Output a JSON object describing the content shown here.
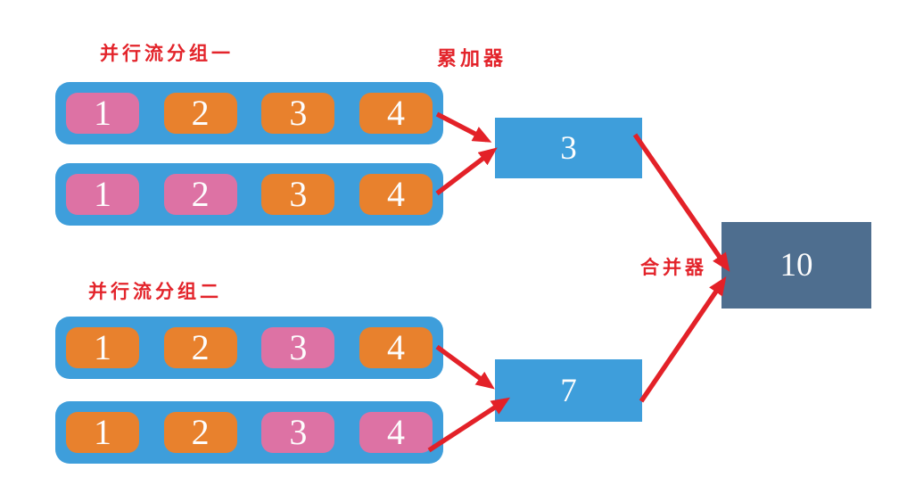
{
  "labels": {
    "group1": "并行流分组一",
    "group2": "并行流分组二",
    "accumulator": "累加器",
    "combiner": "合并器"
  },
  "colors": {
    "background": "#FFFFFF",
    "container_blue": "#3E9EDB",
    "cell_orange": "#E8812D",
    "cell_pink": "#DD72A4",
    "combiner_slate": "#4E6E8F",
    "arrow_red": "#E32128",
    "label_red": "#E3242B",
    "number_white": "#FDFDFD"
  },
  "groups": [
    {
      "name": "并行流分组一",
      "accumulator_value": "3",
      "streams": [
        {
          "cells": [
            {
              "value": "1",
              "color": "pink"
            },
            {
              "value": "2",
              "color": "orange"
            },
            {
              "value": "3",
              "color": "orange"
            },
            {
              "value": "4",
              "color": "orange"
            }
          ]
        },
        {
          "cells": [
            {
              "value": "1",
              "color": "pink"
            },
            {
              "value": "2",
              "color": "pink"
            },
            {
              "value": "3",
              "color": "orange"
            },
            {
              "value": "4",
              "color": "orange"
            }
          ]
        }
      ]
    },
    {
      "name": "并行流分组二",
      "accumulator_value": "7",
      "streams": [
        {
          "cells": [
            {
              "value": "1",
              "color": "orange"
            },
            {
              "value": "2",
              "color": "orange"
            },
            {
              "value": "3",
              "color": "pink"
            },
            {
              "value": "4",
              "color": "orange"
            }
          ]
        },
        {
          "cells": [
            {
              "value": "1",
              "color": "orange"
            },
            {
              "value": "2",
              "color": "orange"
            },
            {
              "value": "3",
              "color": "pink"
            },
            {
              "value": "4",
              "color": "pink"
            }
          ]
        }
      ]
    }
  ],
  "combiner_value": "10"
}
